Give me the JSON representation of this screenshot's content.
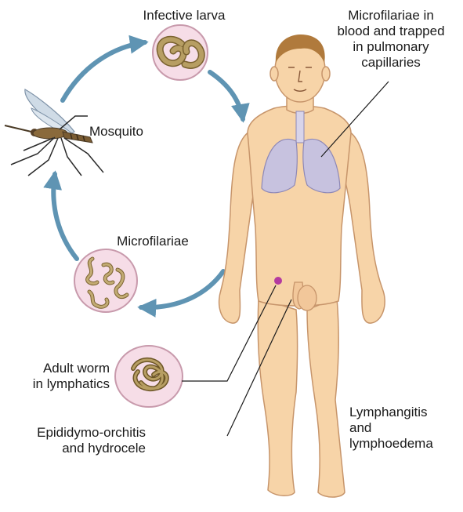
{
  "labels": {
    "infective_larva": "Infective larva",
    "microfilariae_lungs": "Microfilariae in\nblood and trapped\nin pulmonary\ncapillaries",
    "mosquito": "Mosquito",
    "microfilariae": "Microfilariae",
    "adult_worm": "Adult worm\nin lymphatics",
    "epididymo": "Epididymo-orchitis\nand hydrocele",
    "lymphangitis": "Lymphangitis\nand\nlymphoedema"
  },
  "colors": {
    "arrow": "#5f94b3",
    "skin": "#f7d4a8",
    "skin_outline": "#c7956b",
    "circle_fill": "#f6dde7",
    "circle_stroke": "#c89aac",
    "worm": "#a79059",
    "lung": "#c7c2df",
    "hair": "#b07a3c",
    "marker": "#b43aa0"
  },
  "icons": [
    "mosquito-icon",
    "larva-icon",
    "microfilariae-icon",
    "adult-worm-icon",
    "human-figure-icon",
    "lungs-icon"
  ]
}
